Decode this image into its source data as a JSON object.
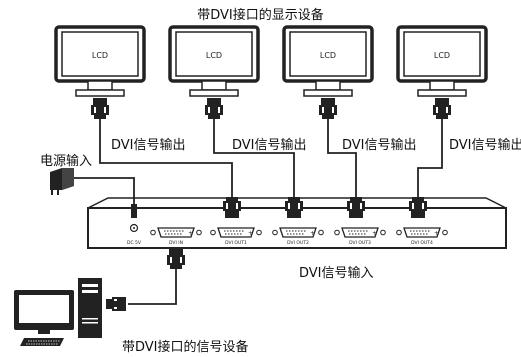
{
  "title_top": "带DVI接口的显示设备",
  "monitor_label": "LCD",
  "output_label": "DVI信号输出",
  "power_label": "电源输入",
  "input_label": "DVI信号输入",
  "source_label": "带DVI接口的信号设备",
  "port_labels": {
    "dc": "DC 5V",
    "dvi_in": "DVI IN",
    "out1": "DVI OUT1",
    "out2": "DVI OUT2",
    "out3": "DVI OUT3",
    "out4": "DVI OUT4"
  }
}
